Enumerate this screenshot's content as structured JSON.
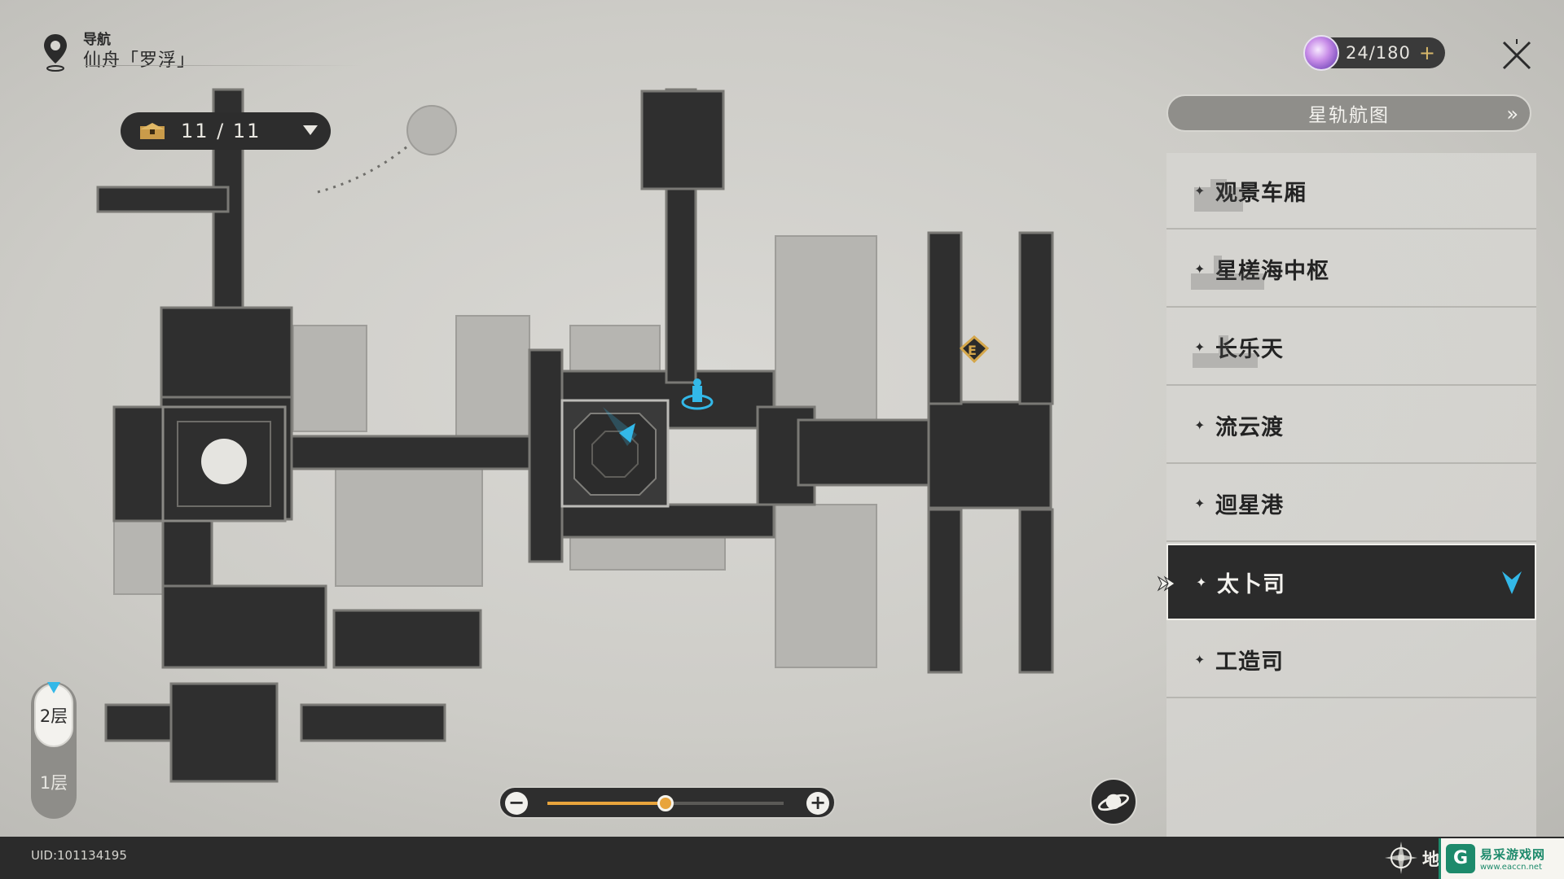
{
  "header": {
    "nav_label": "导航",
    "region_name": "仙舟「罗浮」"
  },
  "chest": {
    "count": "11 / 11"
  },
  "power": {
    "value": "24/180",
    "plus": "+"
  },
  "star_map": {
    "label": "星轨航图",
    "arrow": "»"
  },
  "locations": [
    {
      "name": "观景车厢",
      "active": false
    },
    {
      "name": "星槎海中枢",
      "active": false
    },
    {
      "name": "长乐天",
      "active": false
    },
    {
      "name": "流云渡",
      "active": false
    },
    {
      "name": "迴星港",
      "active": false
    },
    {
      "name": "太卜司",
      "active": true
    },
    {
      "name": "工造司",
      "active": false
    }
  ],
  "location_bullet": "✦",
  "floors": {
    "active": "2层",
    "other": "1层"
  },
  "zoom": {
    "minus": "−",
    "plus": "+",
    "level": 0.5
  },
  "footer": {
    "uid": "UID:101134195",
    "map_tab": "地",
    "watermark_cn": "易采游戏网",
    "watermark_url": "www.eaccn.net",
    "watermark_logo": "G"
  },
  "colors": {
    "accent_cyan": "#33b8e8",
    "accent_orange": "#e8a43c",
    "panel_dark": "#2b2b2b"
  },
  "icons": {
    "nav": "location-pin-icon",
    "chest": "treasure-chest-icon",
    "close": "close-icon",
    "planet": "planet-icon",
    "player": "player-arrow-icon",
    "teleport": "space-anchor-icon"
  }
}
